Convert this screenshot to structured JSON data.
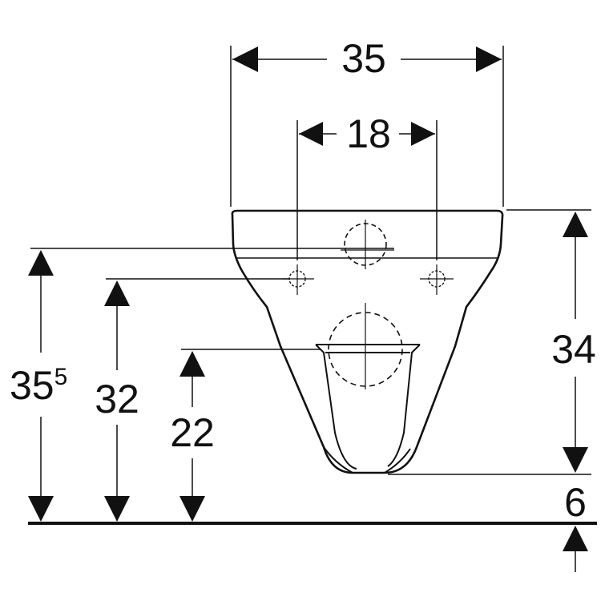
{
  "dimensions": {
    "top_width": "35",
    "fixing_distance": "18",
    "height_left_main": "35",
    "height_left_sup": "5",
    "height_fixing": "32",
    "height_outlet": "22",
    "depth_front": "34",
    "floor_gap": "6"
  },
  "colors": {
    "line": "#111111",
    "background": "#ffffff"
  }
}
